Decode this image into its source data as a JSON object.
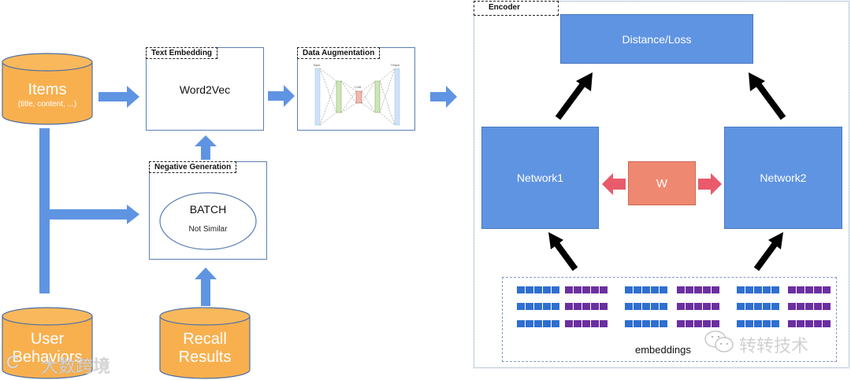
{
  "colors": {
    "cylinder_fill": "#f8b04f",
    "cylinder_stroke": "#4d6ea5",
    "flow_arrow": "#5f94e2",
    "network_box": "#5f94e2",
    "weight_box": "#ef8870",
    "weight_arrow": "#e85a6c",
    "embed_blue": "#2f6fd0",
    "embed_purple": "#6b2fa0",
    "black_arrow": "#000000"
  },
  "sources": {
    "items": {
      "title": "Items",
      "subtitle": "(title, content, ...)"
    },
    "user_behaviors": {
      "title_line1": "User",
      "title_line2": "Behaviors"
    },
    "recall_results": {
      "title_line1": "Recall",
      "title_line2": "Results"
    }
  },
  "text_embedding": {
    "tag": "Text Embedding",
    "method": "Word2Vec"
  },
  "data_augmentation": {
    "tag": "Data Augmentation",
    "autoencoder_labels": {
      "input": "Input",
      "code": "Code",
      "output": "Output"
    }
  },
  "negative_generation": {
    "tag": "Negative Generation",
    "batch_label": "BATCH",
    "batch_sub": "Not Similar"
  },
  "encoder": {
    "tag": "Encoder",
    "loss_label": "Distance/Loss",
    "network1_label": "Network1",
    "network2_label": "Network2",
    "weight_label": "W",
    "embeddings_label": "embeddings",
    "embedding_groups": [
      "blue",
      "purple",
      "blue",
      "purple",
      "blue",
      "purple"
    ],
    "embedding_rows": 3,
    "cells_per_vector": 5
  },
  "watermarks": {
    "left": "大数跨境",
    "right": "转转技术"
  }
}
